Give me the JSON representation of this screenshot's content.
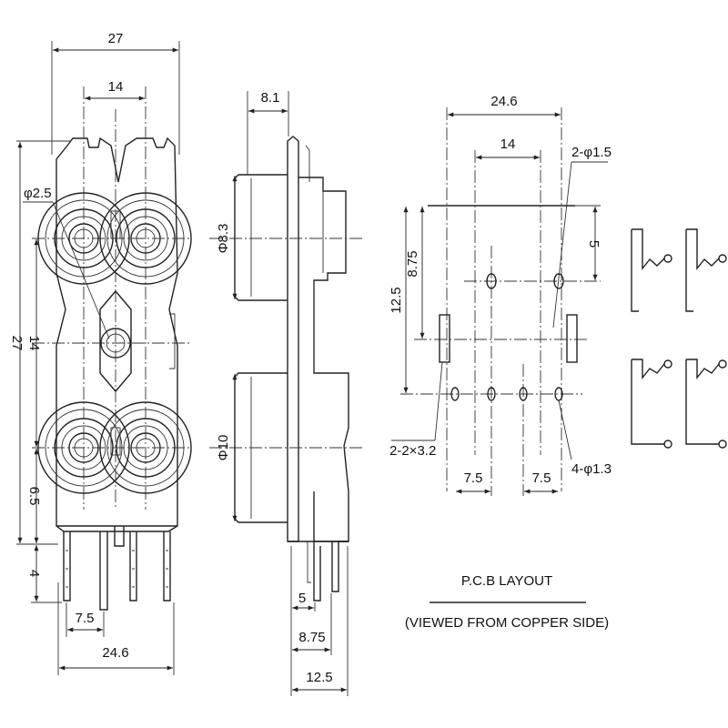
{
  "front_view": {
    "width_overall": "27",
    "jack_pitch_h": "14",
    "hole_dia": "φ2.5",
    "height_overall": "27",
    "jack_pitch_v": "14",
    "lower_offset": "6.5",
    "pin_length": "4",
    "pin_pitch": "7.5",
    "pin_span": "24.6"
  },
  "side_view": {
    "flange_thickness": "8.1",
    "upper_bore": "Φ8.3",
    "lower_bore": "Φ10",
    "pin_offset_1": "5",
    "pin_offset_2": "8.75",
    "pin_offset_3": "12.5"
  },
  "pcb_layout": {
    "width": "24.6",
    "pitch": "14",
    "mount_holes": "2-φ1.5",
    "height_1": "12.5",
    "height_2": "8.75",
    "offset": "5",
    "slots": "2-2×3.2",
    "pin_pitch_left": "7.5",
    "pin_pitch_right": "7.5",
    "pin_holes": "4-φ1.3",
    "title": "P.C.B LAYOUT",
    "subtitle": "(VIEWED FROM COPPER SIDE)"
  }
}
